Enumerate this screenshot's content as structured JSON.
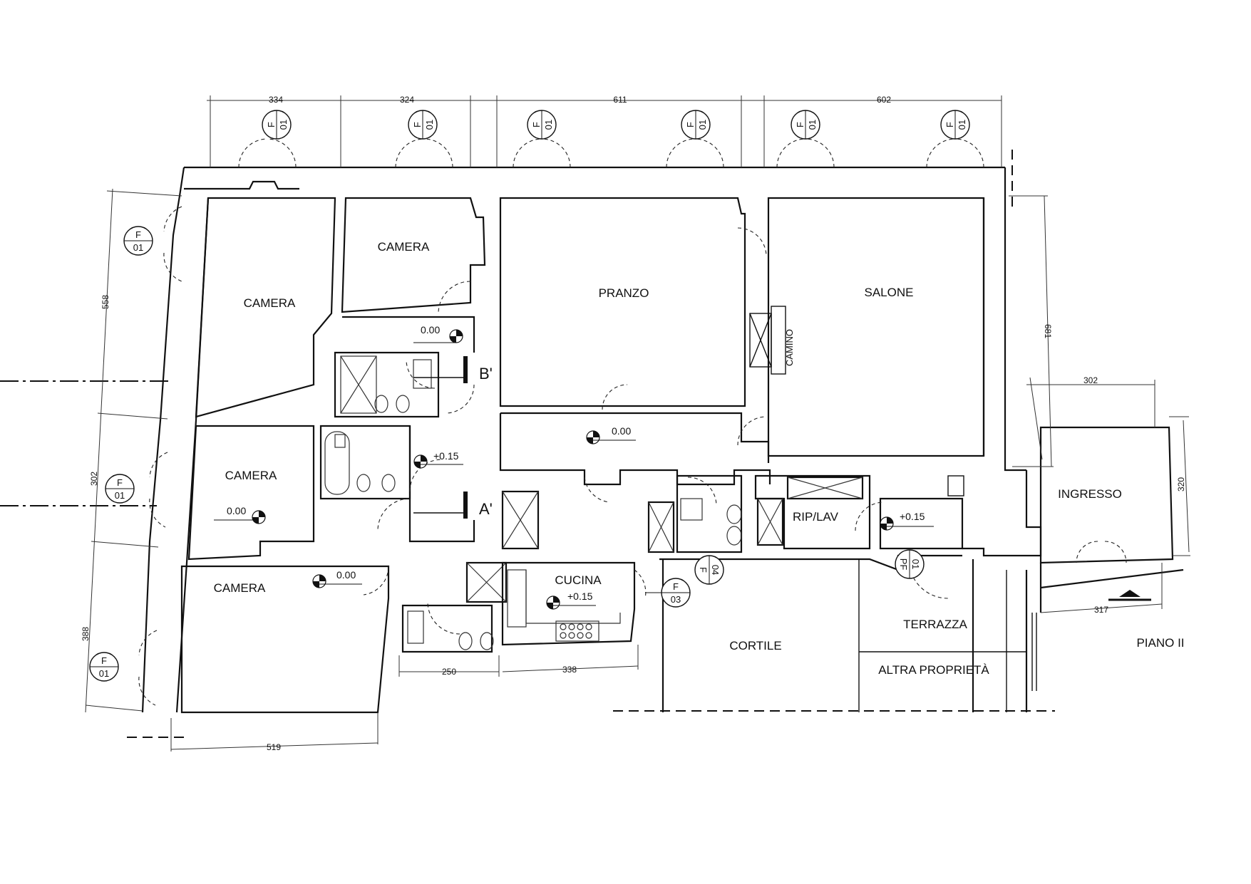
{
  "rooms": {
    "camera_top_left": "CAMERA",
    "camera_top_mid": "CAMERA",
    "camera_mid": "CAMERA",
    "camera_bottom": "CAMERA",
    "pranzo": "PRANZO",
    "salone": "SALONE",
    "camino": "CAMINO",
    "ingresso": "INGRESSO",
    "rip_lav": "RIP/LAV",
    "cucina": "CUCINA",
    "terrazza": "TERRAZZA",
    "cortile": "CORTILE",
    "altra_proprieta": "ALTRA PROPRIETÀ"
  },
  "floor_label": "PIANO II",
  "levels": {
    "corridor_top": "0.00",
    "pranzo_hall": "0.00",
    "bath_hall": "+0.15",
    "camera_mid": "0.00",
    "camera_bottom": "0.00",
    "cucina": "+0.15",
    "rip": "+0.15"
  },
  "section_marks": {
    "a": "A'",
    "b": "B'"
  },
  "dimensions": {
    "top_1": "334",
    "top_2": "324",
    "top_3": "611",
    "top_4": "602",
    "left_1": "558",
    "left_2": "302",
    "left_3": "388",
    "bottom_1": "519",
    "bottom_2": "250",
    "bottom_3": "338",
    "right_1": "681",
    "ingresso_top": "302",
    "ingresso_right": "320",
    "ingresso_bottom": "317"
  },
  "markers": {
    "window_letter": "F",
    "window_code": "01",
    "f03_letter": "F",
    "f03_code": "03",
    "f04_letter": "F",
    "f04_code": "04",
    "pf_letter": "PF",
    "pf_code": "01"
  }
}
